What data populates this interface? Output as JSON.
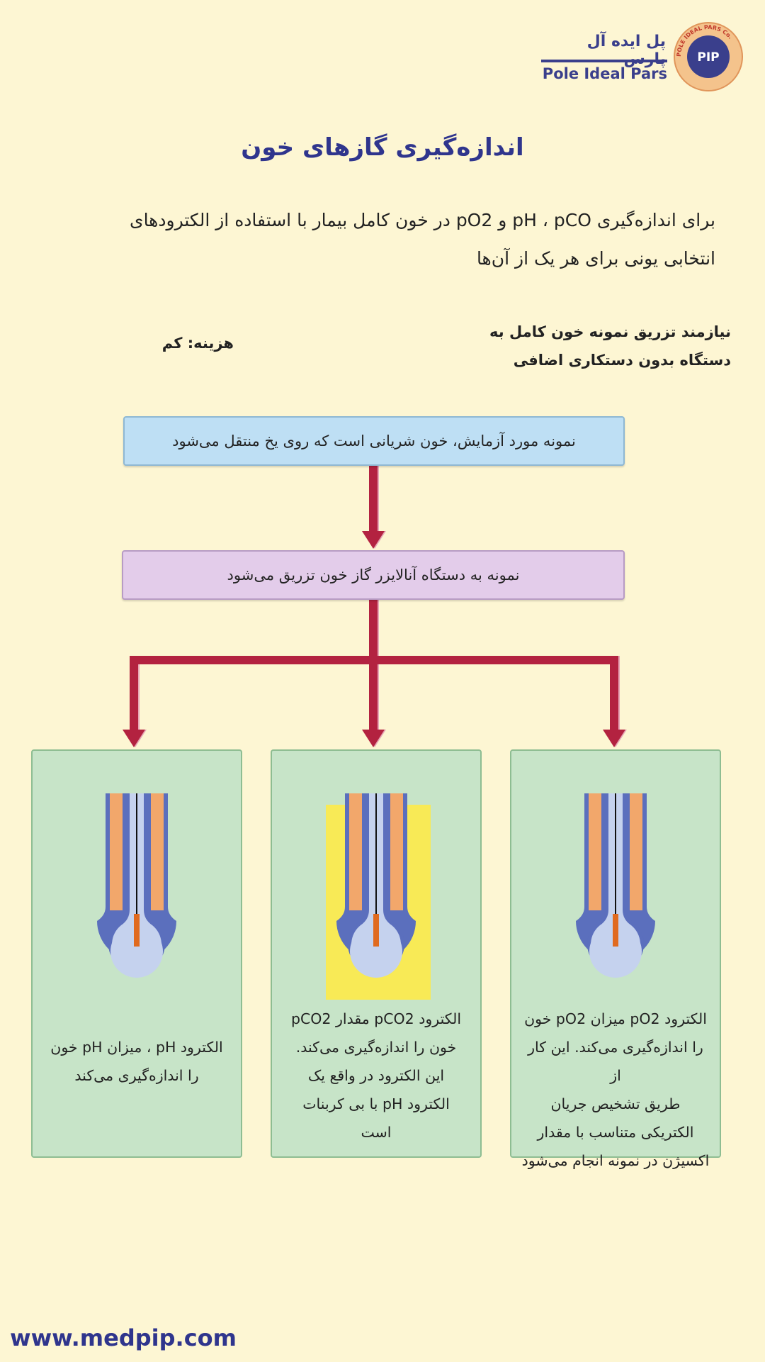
{
  "logo": {
    "name_fa": "پل ایده آل پارس",
    "name_en": "Pole Ideal Pars",
    "seal_text": "POLE IDEAL PARS Co.",
    "monogram": "PIP"
  },
  "title": "اندازه‌گیری گازهای خون",
  "intro": {
    "line1": "برای اندازه‌گیری pH ، pCO و pO2 در خون کامل بیمار با استفاده از الکترودهای",
    "line2": "انتخابی یونی برای هر یک از آن‌ها"
  },
  "need_note": {
    "line1": "نیازمند تزریق نمونه خون کامل به",
    "line2": "دستگاه بدون دستکاری اضافی"
  },
  "cost_note": "هزینه: کم",
  "flow": {
    "step1": "نمونه مورد آزمایش، خون شریانی است که روی یخ منتقل می‌شود",
    "step2": "نمونه به دستگاه آنالایزر گاز خون تزریق می‌شود"
  },
  "cards": {
    "left": {
      "lines": [
        "الکترود pH ، میزان pH خون",
        "را اندازه‌گیری می‌کند"
      ]
    },
    "mid": {
      "lines": [
        "الکترود pCO2 مقدار pCO2",
        "خون را اندازه‌گیری می‌کند.",
        "این الکترود در واقع یک",
        "الکترود pH با بی کربنات",
        "است"
      ]
    },
    "right": {
      "lines": [
        "الکترود pO2 میزان pO2 خون",
        "را اندازه‌گیری می‌کند. این کار از",
        "طریق تشخیص جریان",
        "الکتریکی متناسب با مقدار",
        "اکسیژن در نمونه انجام می‌شود"
      ]
    }
  },
  "website": "www.medpip.com",
  "colors": {
    "background": "#fdf6d3",
    "brand_blue": "#2f358d",
    "arrow": "#b3203f",
    "step1_fill": "#bedff4",
    "step2_fill": "#e3ccea",
    "card_fill": "#c7e4c8",
    "electrode_outer": "#5b6fbd",
    "electrode_inner": "#c5d2ee",
    "electrode_orange": "#f2a76b",
    "electrode_core": "#e06a1f",
    "highlight_yellow": "#f8ea56"
  }
}
